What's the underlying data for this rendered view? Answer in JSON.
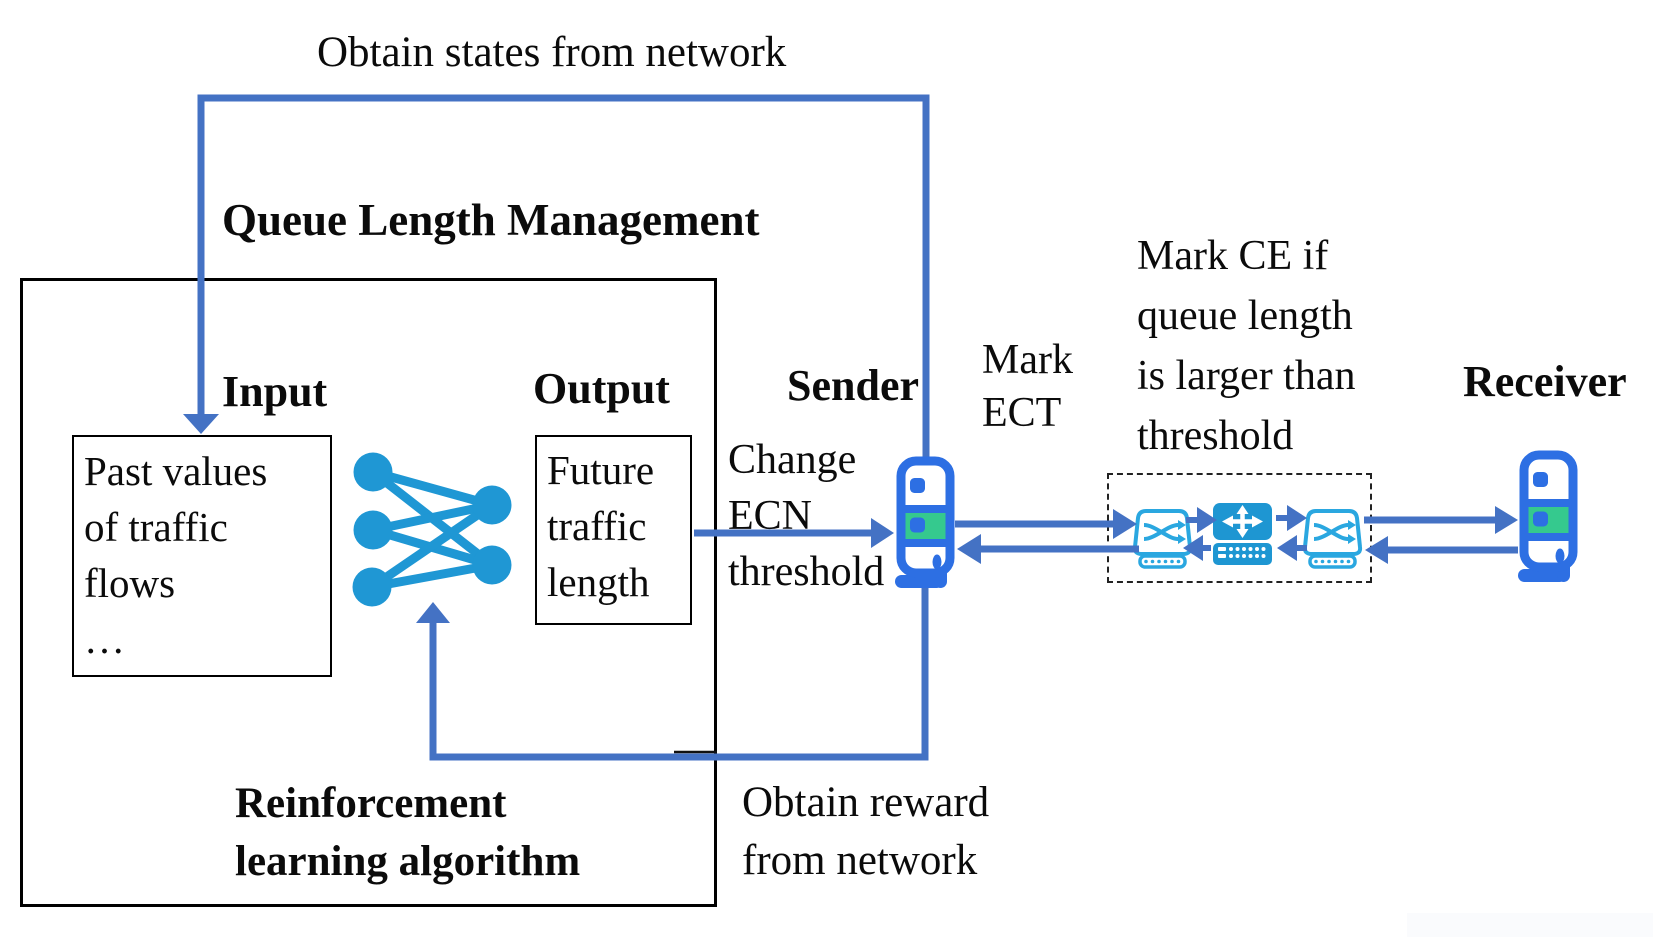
{
  "figure": {
    "top_caption": "Obtain states from network",
    "queue_mgmt_title": "Queue Length Management",
    "input_label": "Input",
    "output_label": "Output",
    "input_lines": [
      "Past values",
      "of traffic",
      "flows",
      "…"
    ],
    "output_lines": [
      "Future",
      "traffic",
      "length"
    ],
    "rl_lines": [
      "Reinforcement",
      "learning algorithm"
    ],
    "sender_label": "Sender",
    "receiver_label": "Receiver",
    "change_ecn_lines": [
      "Change",
      "ECN",
      "threshold"
    ],
    "mark_ect_lines": [
      "Mark",
      "ECT"
    ],
    "mark_ce_lines": [
      "Mark CE if",
      "queue length",
      "is larger than",
      "threshold"
    ],
    "reward_lines": [
      "Obtain reward",
      "from network"
    ],
    "colors": {
      "arrow_blue": "#4472c4",
      "nn_blue": "#1f97d4",
      "server_blue": "#2d6fe3",
      "slot_green": "#35c98e",
      "switch_blue": "#2aa7e0",
      "router_blue": "#1e96d2"
    }
  }
}
